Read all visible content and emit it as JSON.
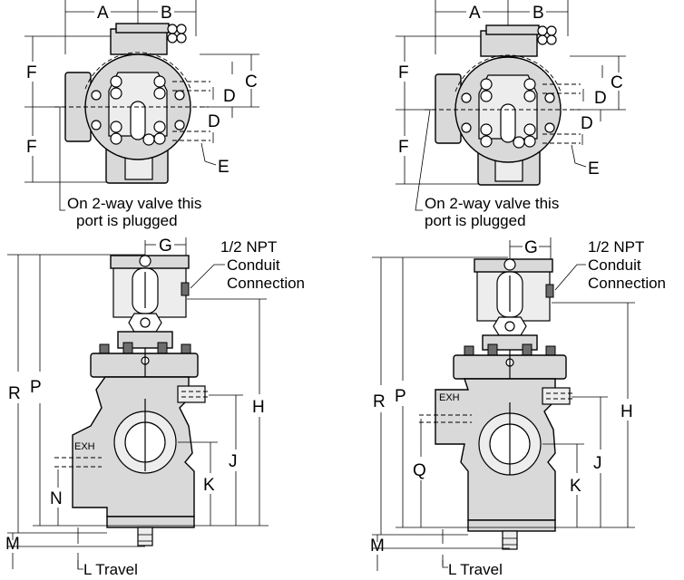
{
  "labels": {
    "A": "A",
    "B": "B",
    "C": "C",
    "D": "D",
    "E": "E",
    "F": "F",
    "G": "G",
    "H": "H",
    "J": "J",
    "K": "K",
    "M": "M",
    "N": "N",
    "P": "P",
    "Q": "Q",
    "R": "R",
    "EXH": "EXH"
  },
  "notes": {
    "port_plugged_line1": "On 2-way valve this",
    "port_plugged_line2": "port is plugged",
    "conduit_line1": "1/2 NPT",
    "conduit_line2": "Conduit",
    "conduit_line3": "Connection",
    "travel": "L Travel"
  }
}
